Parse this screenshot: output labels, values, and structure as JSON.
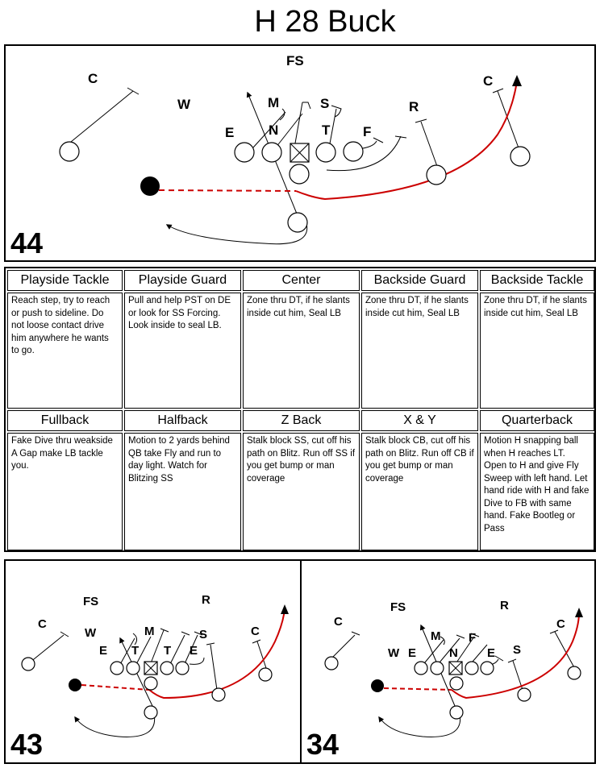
{
  "title": "H 28 Buck",
  "diagrams": [
    {
      "formation": "44",
      "labels": {
        "fs": "FS",
        "c_left": "C",
        "c_right": "C",
        "w": "W",
        "m": "M",
        "s": "S",
        "e": "E",
        "n": "N",
        "t": "T",
        "f": "F",
        "r": "R"
      }
    },
    {
      "formation": "43",
      "labels": {
        "fs": "FS",
        "r": "R",
        "c_left": "C",
        "c_right": "C",
        "w": "W",
        "m": "M",
        "s": "S",
        "e_left": "E",
        "t_left": "T",
        "t_right": "T",
        "e_right": "E"
      }
    },
    {
      "formation": "34",
      "labels": {
        "fs": "FS",
        "r": "R",
        "c_left": "C",
        "c_right": "C",
        "w": "W",
        "e_left": "E",
        "m": "M",
        "f": "F",
        "n": "N",
        "e_right": "E",
        "s": "S"
      }
    }
  ],
  "assignments_top": [
    {
      "position": "Playside Tackle",
      "text": "Reach step, try to reach or push to sideline.  Do not loose contact drive him anywhere he wants to go."
    },
    {
      "position": "Playside Guard",
      "text": "Pull and help PST on DE or look for SS Forcing.  Look inside to seal LB."
    },
    {
      "position": "Center",
      "text": "Zone thru DT, if he slants inside cut him, Seal LB"
    },
    {
      "position": "Backside Guard",
      "text": "Zone thru DT, if he slants inside cut him, Seal LB"
    },
    {
      "position": "Backside Tackle",
      "text": "Zone thru DT, if he slants inside cut him, Seal LB"
    }
  ],
  "assignments_bottom": [
    {
      "position": "Fullback",
      "text": "Fake Dive thru weakside A  Gap make LB tackle you."
    },
    {
      "position": "Halfback",
      "text": "Motion to 2 yards behind QB take Fly and run to day light. Watch for Blitzing SS"
    },
    {
      "position": "Z Back",
      "text": "Stalk block SS, cut off his path on Blitz. Run off SS if you get bump or man coverage"
    },
    {
      "position": "X & Y",
      "text": "Stalk block CB, cut off his path on Blitz. Run off CB if you get bump or man coverage"
    },
    {
      "position": "Quarterback",
      "text": "Motion H snapping ball when H reaches LT. Open to H and give Fly Sweep with left hand. Let hand ride with H and fake Dive to FB with same hand.  Fake Bootleg or Pass"
    }
  ],
  "colors": {
    "route": "#cc0000",
    "line": "#000000"
  }
}
